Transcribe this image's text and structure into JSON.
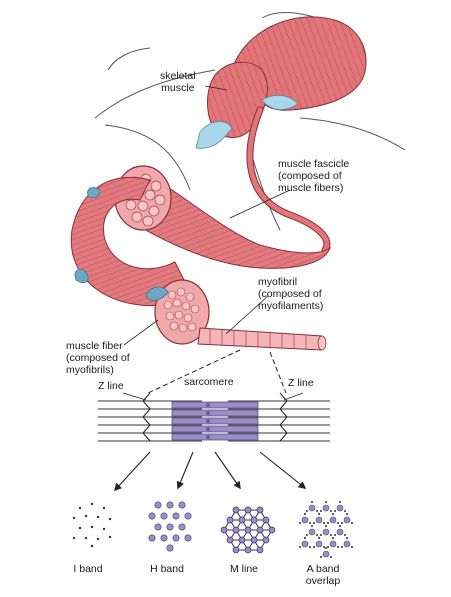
{
  "labels": {
    "skeletal_muscle": [
      "skeletal",
      "muscle"
    ],
    "muscle_fascicle": [
      "muscle fascicle",
      "(composed of",
      "muscle fibers)"
    ],
    "myofibril": [
      "myofibril",
      "(composed of",
      "myofilaments)"
    ],
    "muscle_fiber": [
      "muscle fiber",
      "(composed of",
      "myofibrils)"
    ],
    "sarcomere": "sarcomere",
    "z_line_left": "Z line",
    "z_line_right": "Z line",
    "i_band": "I band",
    "h_band": "H band",
    "m_line": "M line",
    "a_band_overlap": [
      "A band",
      "overlap"
    ]
  },
  "colors": {
    "muscle": "#e0767a",
    "muscle_dark": "#c2484f",
    "tendon": "#a9d7ea",
    "filament": "#9a8fc4",
    "dot": "#6a5aa0"
  }
}
